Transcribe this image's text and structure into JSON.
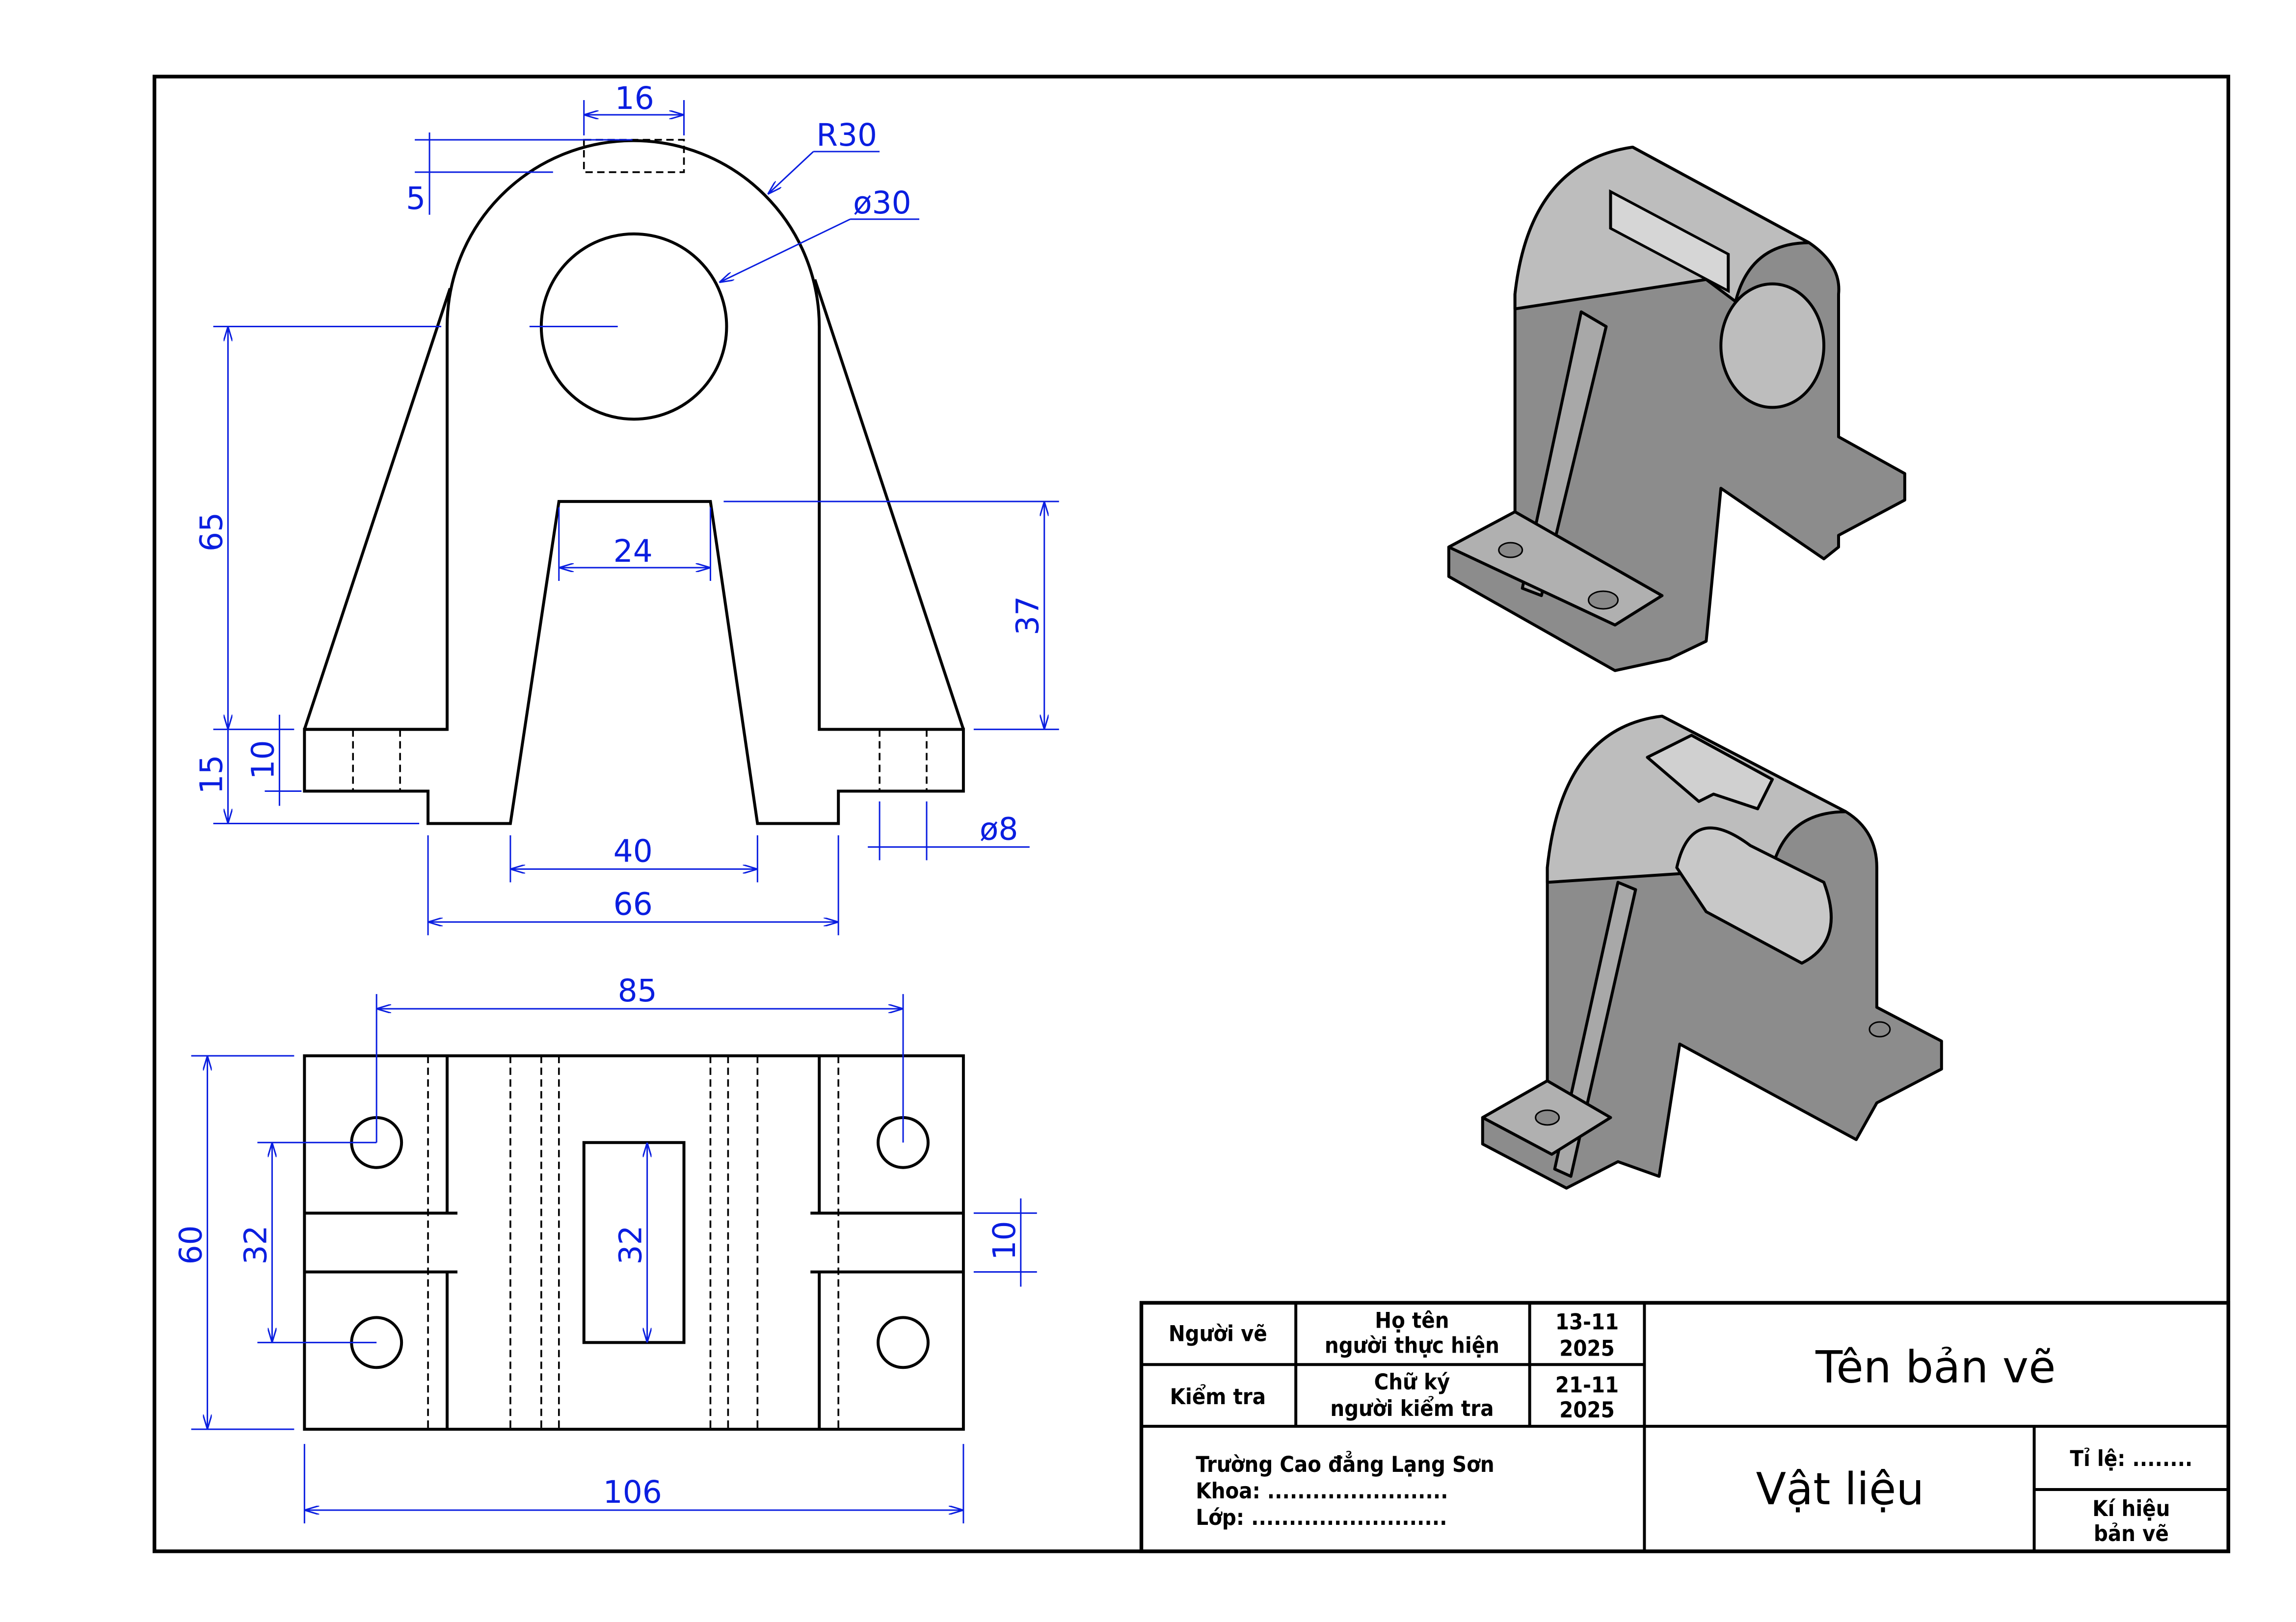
{
  "front_view_dims": {
    "slot_width": "16",
    "slot_depth": "5",
    "radius": "R30",
    "bore": "ø30",
    "height_center": "65",
    "base_height": "15",
    "hole_depth": "10",
    "top_slot": "24",
    "rib_height": "37",
    "bottom_gap": "40",
    "foot_span": "66",
    "hole_dia": "ø8"
  },
  "top_view_dims": {
    "hole_spacing": "85",
    "depth": "60",
    "hole_pitch": "32",
    "slot_length": "32",
    "groove": "10",
    "width": "106"
  },
  "title_block": {
    "drawn_by_label": "Người vẽ",
    "name_label_1": "Họ tên",
    "name_label_2": "người thực hiện",
    "date1_line1": "13-11",
    "date1_line2": "2025",
    "checked_by_label": "Kiểm tra",
    "sign_label_1": "Chữ ký",
    "sign_label_2": "người kiểm tra",
    "date2_line1": "21-11",
    "date2_line2": "2025",
    "drawing_name": "Tên bản vẽ",
    "school": "Trường Cao đẳng Lạng Sơn",
    "faculty": "Khoa: ........................",
    "class": "Lớp: ..........................",
    "material": "Vật liệu",
    "scale": "Tỉ lệ: ........",
    "code_1": "Kí hiệu",
    "code_2": "bản vẽ"
  }
}
